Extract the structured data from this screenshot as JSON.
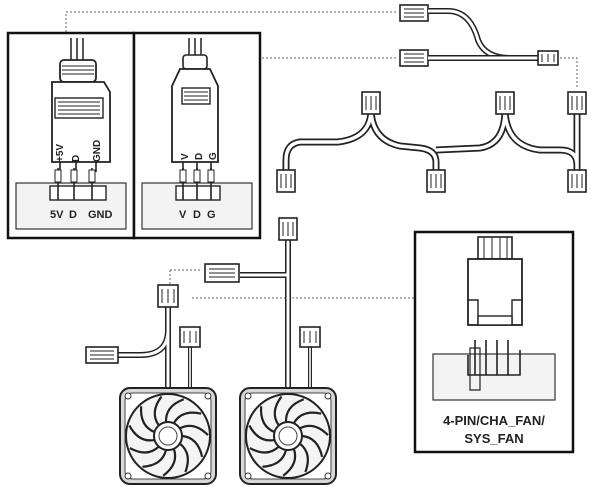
{
  "argb_header": {
    "pin_labels": [
      "+5V",
      "D",
      "GND"
    ],
    "board_labels": [
      "5V",
      "D",
      "GND"
    ]
  },
  "rgb_header": {
    "pin_labels": [
      "V",
      "D",
      "G"
    ],
    "board_labels": [
      "V",
      "D",
      "G"
    ]
  },
  "fan_header": {
    "label_line1": "4-PIN/CHA_FAN/",
    "label_line2": "SYS_FAN"
  },
  "colors": {
    "stroke": "#1a1a1a",
    "panel_border": "#111111",
    "board_fill": "#f3f3f3",
    "dotted": "#666666"
  }
}
